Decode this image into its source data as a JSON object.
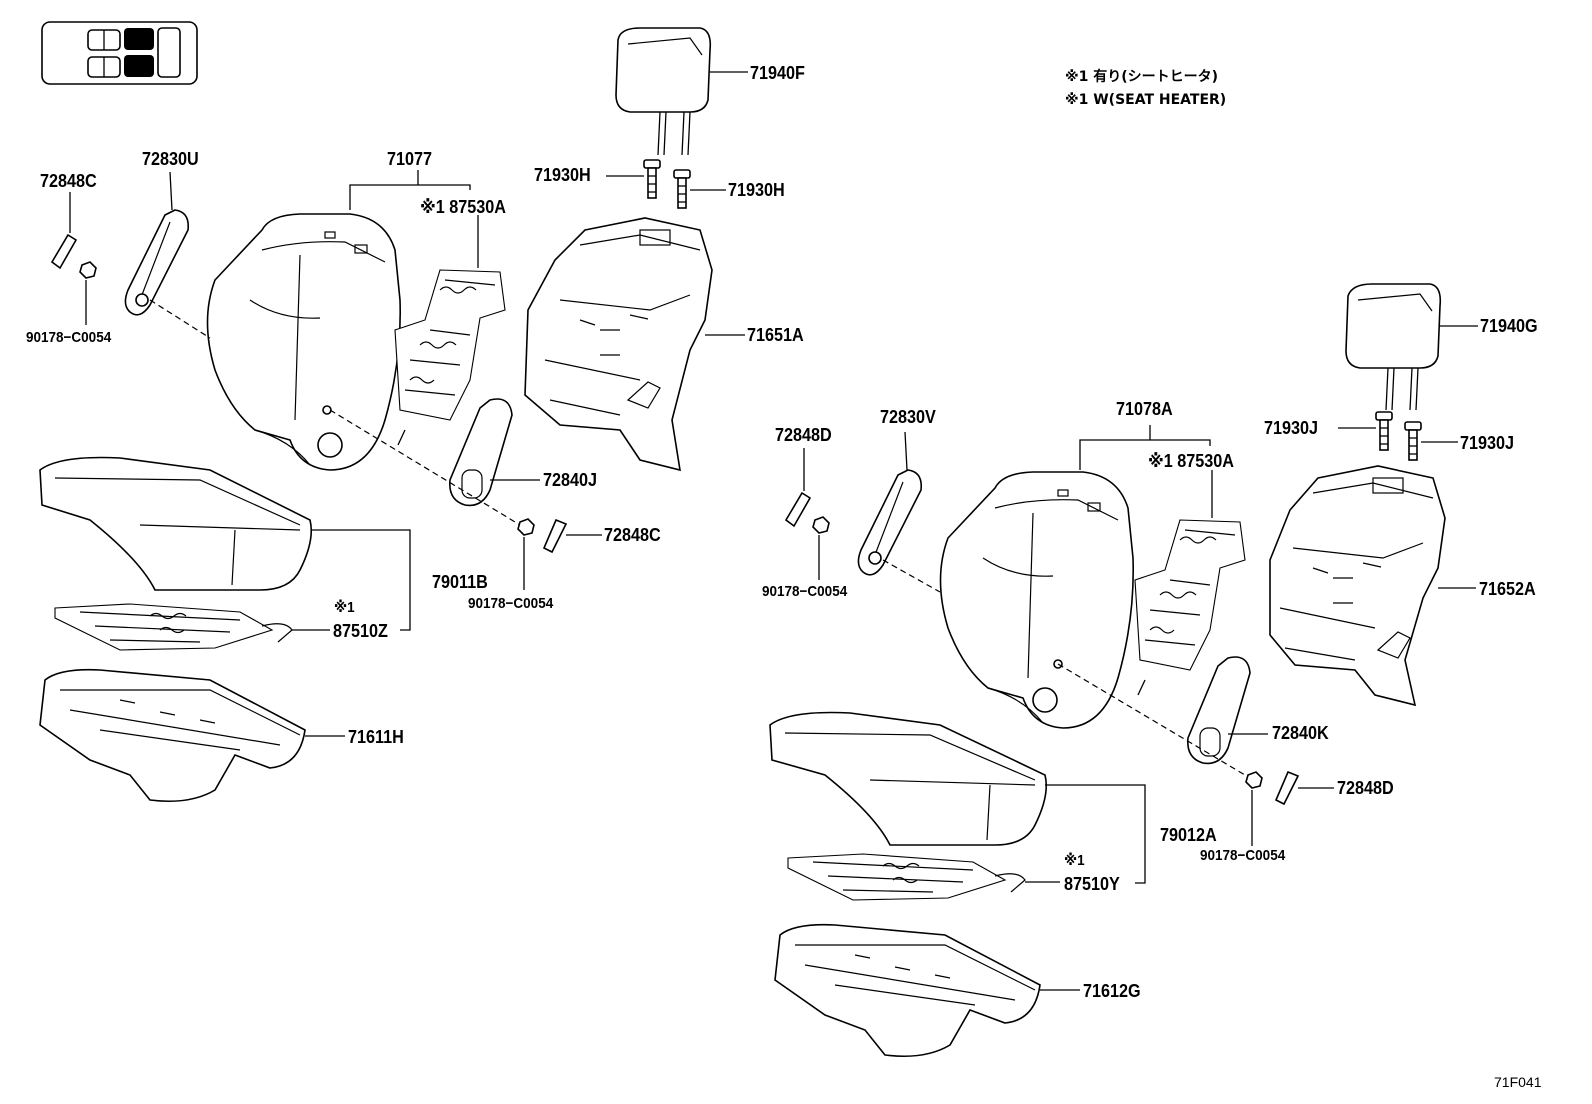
{
  "notes": {
    "line1": "※1 有り(シートヒータ)",
    "line2": "※1 W(SEAT HEATER)"
  },
  "diagram_code": "71F041",
  "labels": {
    "p71940F": "71940F",
    "p71930H_l": "71930H",
    "p71930H_r": "71930H",
    "p72848C_tl": "72848C",
    "p72830U": "72830U",
    "p71077": "71077",
    "p87530A_l": "※1 87530A",
    "p90178_tl": "90178−C0054",
    "p71651A": "71651A",
    "p72840J": "72840J",
    "p72848C_m": "72848C",
    "p79011B": "79011B",
    "p90178_m": "90178−C0054",
    "p875_mark_l": "※1",
    "p87510Z": "87510Z",
    "p71611H": "71611H",
    "p71940G": "71940G",
    "p71930J_l": "71930J",
    "p71930J_r": "71930J",
    "p72848D_l": "72848D",
    "p72830V": "72830V",
    "p71078A": "71078A",
    "p87530A_r": "※1 87530A",
    "p90178_r": "90178−C0054",
    "p71652A": "71652A",
    "p72840K": "72840K",
    "p72848D_r": "72848D",
    "p79012A": "79012A",
    "p90178_br": "90178−C0054",
    "p875_mark_r": "※1",
    "p87510Y": "87510Y",
    "p71612G": "71612G"
  }
}
